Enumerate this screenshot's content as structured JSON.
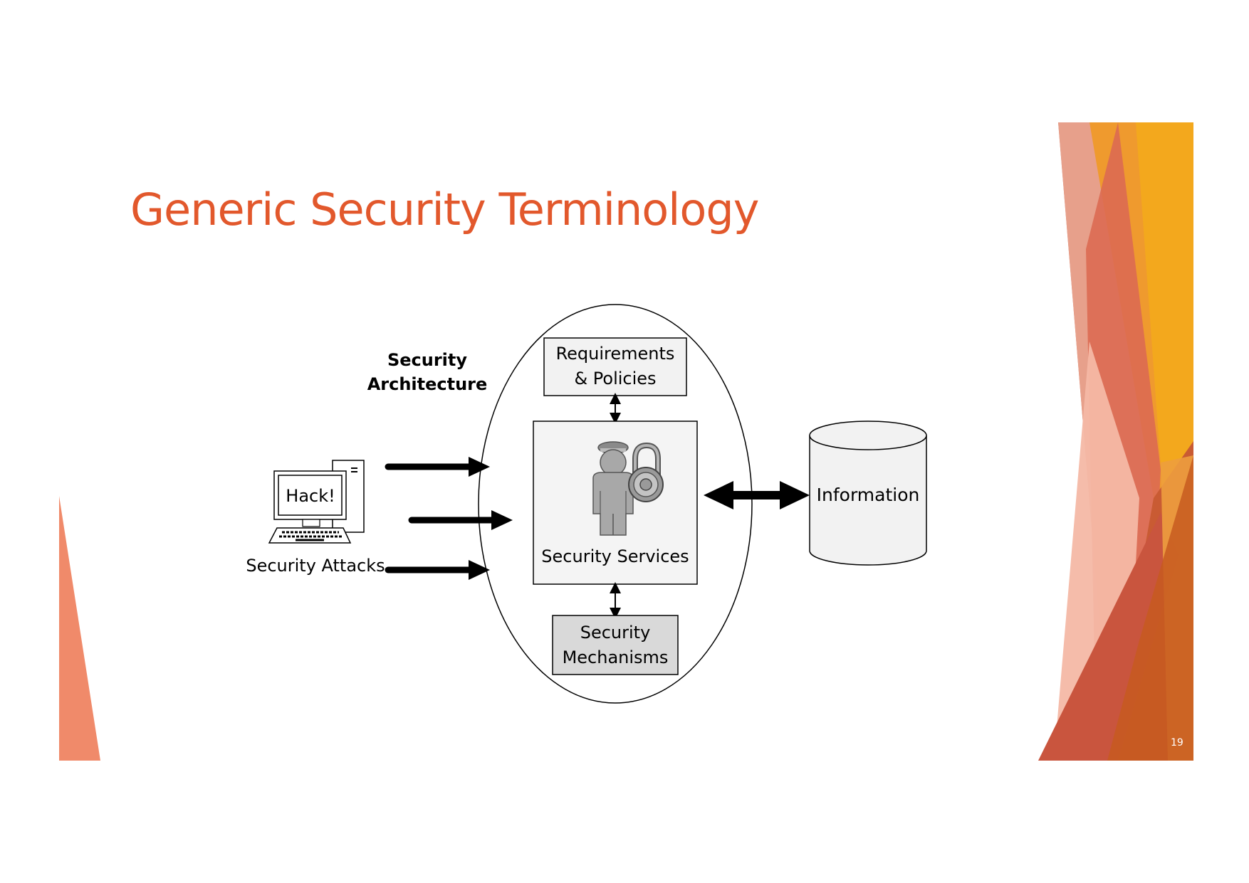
{
  "slide": {
    "title": "Generic Security Terminology",
    "page_number": "19"
  },
  "diagram": {
    "architecture_label": [
      "Security",
      "Architecture"
    ],
    "requirements_label": [
      "Requirements",
      "& Policies"
    ],
    "services_label": "Security Services",
    "mechanisms_label": [
      "Security",
      "Mechanisms"
    ],
    "information_label": "Information",
    "attacks_label": "Security Attacks",
    "hack_label": "Hack!"
  },
  "colors": {
    "title": "#e2582c",
    "accent_orange": "#f0a015",
    "accent_red": "#d4573a",
    "accent_salmon": "#f08a6a",
    "box_fill": "#f2f2f2",
    "mechanisms_fill": "#d9d9d9"
  }
}
